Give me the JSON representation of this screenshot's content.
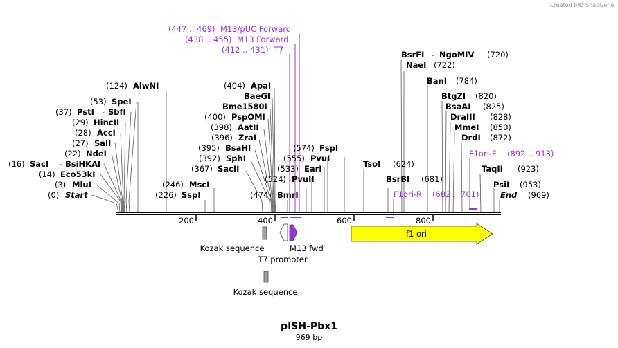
{
  "credit": {
    "text": "Created by",
    "brand": "SnapGene"
  },
  "plasmid": {
    "name": "pISH-Pbx1",
    "length": "969 bp"
  },
  "colors": {
    "primer": "#9b30e0",
    "feature_yellow": "#ffff00",
    "kozak": "#a0a0a0",
    "t7": "#ffffff"
  },
  "enzymes_left": [
    {
      "pos": "(0)",
      "name": "Start",
      "italic": true
    },
    {
      "pos": "(3)",
      "name": "MluI"
    },
    {
      "pos": "(14)",
      "name": "Eco53kI"
    },
    {
      "pos": "(16)",
      "name": "SacI",
      "name2": "BsiHKAI"
    },
    {
      "pos": "(22)",
      "name": "NdeI"
    },
    {
      "pos": "(27)",
      "name": "SalI"
    },
    {
      "pos": "(28)",
      "name": "AccI"
    },
    {
      "pos": "(29)",
      "name": "HincII"
    },
    {
      "pos": "(37)",
      "name": "PstI",
      "name2": "SbfI"
    },
    {
      "pos": "(53)",
      "name": "SpeI"
    },
    {
      "pos": "(124)",
      "name": "AlwNI"
    }
  ],
  "enzymes_mid": [
    {
      "pos": "(226)",
      "name": "SspI"
    },
    {
      "pos": "(246)",
      "name": "MscI"
    },
    {
      "pos": "(367)",
      "name": "SacII"
    },
    {
      "pos": "(392)",
      "name": "SphI"
    },
    {
      "pos": "(395)",
      "name": "BsaHI"
    },
    {
      "pos": "(396)",
      "name": "ZraI"
    },
    {
      "pos": "(398)",
      "name": "AatII"
    },
    {
      "pos": "(400)",
      "name": "PspOMI"
    },
    {
      "pos": "",
      "name": "Bme1580I"
    },
    {
      "pos": "",
      "name": "BaeGI"
    },
    {
      "pos": "(404)",
      "name": "ApaI"
    },
    {
      "pos": "(474)",
      "name": "BmrI"
    },
    {
      "pos": "(524)",
      "name": "PvuII"
    },
    {
      "pos": "(533)",
      "name": "EarI"
    },
    {
      "pos": "(555)",
      "name": "PvuI"
    },
    {
      "pos": "(574)",
      "name": "FspI"
    }
  ],
  "enzymes_right": [
    {
      "pos": "(624)",
      "name": "TsoI"
    },
    {
      "pos": "(681)",
      "name": "BsrBI"
    },
    {
      "pos": "(720)",
      "name": "BsrFI",
      "name2": "NgoMIV"
    },
    {
      "pos": "(722)",
      "name": "NaeI"
    },
    {
      "pos": "(784)",
      "name": "BanI"
    },
    {
      "pos": "(820)",
      "name": "BtgZI"
    },
    {
      "pos": "(825)",
      "name": "BsaAI"
    },
    {
      "pos": "(828)",
      "name": "DraIII"
    },
    {
      "pos": "(850)",
      "name": "MmeI"
    },
    {
      "pos": "(872)",
      "name": "DrdI"
    },
    {
      "pos": "(923)",
      "name": "TaqII"
    },
    {
      "pos": "(953)",
      "name": "PsiI"
    },
    {
      "pos": "(969)",
      "name": "End",
      "italic": true
    }
  ],
  "primers": [
    {
      "range": "(447 .. 469)",
      "name": "M13/pUC Forward"
    },
    {
      "range": "(438 .. 455)",
      "name": "M13 Forward"
    },
    {
      "range": "(412 .. 431)",
      "name": "T7"
    },
    {
      "range": "(892 .. 913)",
      "name": "F1ori-F"
    },
    {
      "range": "(682 .. 701)",
      "name": "F1ori-R"
    }
  ],
  "ruler_ticks": [
    "200",
    "400",
    "600",
    "800"
  ],
  "features": [
    {
      "name": "Kozak sequence"
    },
    {
      "name": "T7 promoter"
    },
    {
      "name": "M13 fwd"
    },
    {
      "name": "f1 ori"
    },
    {
      "name": "Kozak sequence"
    }
  ]
}
